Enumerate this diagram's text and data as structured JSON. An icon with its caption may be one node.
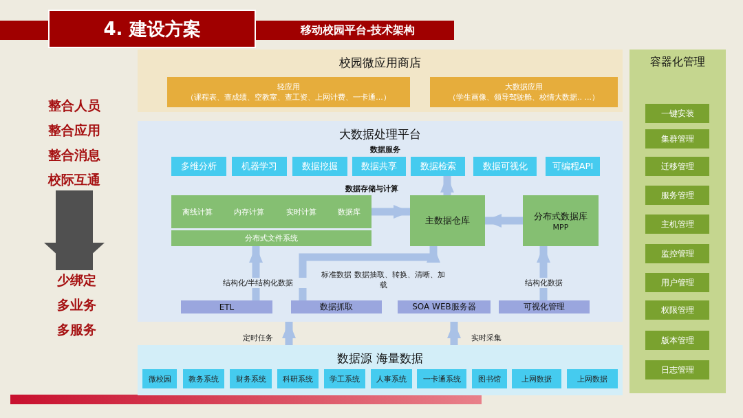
{
  "diagram": {
    "title": "4. 建设方案",
    "nodes": [
      {
        "text": [
          "校园微应用商店"
        ]
      },
      {
        "text": [
          "轻应用",
          "（课程表、查成绩、空教室、查工资、上网计费、一卡通...）"
        ],
        "in": 0
      },
      {
        "text": [
          "大数据应用",
          "（学生画像、领导驾驶舱、校情大数据.. ...）"
        ],
        "in": 0
      },
      {
        "text": [
          "大数据处理平台"
        ]
      },
      {
        "text": [
          "多维分析"
        ],
        "in": 3
      },
      {
        "text": [
          "机器学习"
        ],
        "in": 3
      },
      {
        "text": [
          "数据挖掘"
        ],
        "in": 3
      },
      {
        "text": [
          "数据共享"
        ],
        "in": 3
      },
      {
        "text": [
          "数据检索"
        ],
        "in": 3
      },
      {
        "text": [
          "数据可视化"
        ],
        "in": 3
      },
      {
        "text": [
          "可编程API"
        ],
        "in": 3
      },
      {
        "text": [
          "离线计算",
          "内存计算",
          "实时计算",
          "数据库"
        ],
        "in": 3
      },
      {
        "text": [
          "分布式文件系统"
        ],
        "in": 3
      },
      {
        "text": [
          "主数据仓库"
        ],
        "in": 3
      },
      {
        "text": [
          "分布式数据库",
          "MPP"
        ],
        "in": 3
      },
      {
        "text": [
          "ETL"
        ],
        "in": 3
      },
      {
        "text": [
          "数据抓取"
        ],
        "in": 3
      },
      {
        "text": [
          "SOA WEB服务器"
        ],
        "in": 3
      },
      {
        "text": [
          "可视化管理"
        ],
        "in": 3
      },
      {
        "text": [
          "数据源 海量数据"
        ]
      },
      {
        "text": [
          "微校园"
        ],
        "in": 19
      },
      {
        "text": [
          "教务系统"
        ],
        "in": 19
      },
      {
        "text": [
          "财务系统"
        ],
        "in": 19
      },
      {
        "text": [
          "科研系统"
        ],
        "in": 19
      },
      {
        "text": [
          "学工系统"
        ],
        "in": 19
      },
      {
        "text": [
          "人事系统"
        ],
        "in": 19
      },
      {
        "text": [
          "一卡通系统"
        ],
        "in": 19
      },
      {
        "text": [
          "图书馆"
        ],
        "in": 19
      },
      {
        "text": [
          "上网数据"
        ],
        "in": 19
      },
      {
        "text": [
          "上网数据"
        ],
        "in": 19
      },
      {
        "text": [
          "容器化管理"
        ]
      },
      {
        "text": [
          "一键安装"
        ],
        "in": 30
      },
      {
        "text": [
          "集群管理"
        ],
        "in": 30
      },
      {
        "text": [
          "迁移管理"
        ],
        "in": 30
      },
      {
        "text": [
          "服务管理"
        ],
        "in": 30
      },
      {
        "text": [
          "主机管理"
        ],
        "in": 30
      },
      {
        "text": [
          "监控管理"
        ],
        "in": 30
      },
      {
        "text": [
          "用户管理"
        ],
        "in": 30
      },
      {
        "text": [
          "权限管理"
        ],
        "in": 30
      },
      {
        "text": [
          "版本管理"
        ],
        "in": 30
      },
      {
        "text": [
          "日志管理"
        ],
        "in": 30
      },
      {
        "text": [
          "整合人员",
          "整合应用",
          "整合消息",
          "校际互通"
        ]
      },
      {
        "text": [
          "少绑定",
          "多业务",
          "多服务"
        ]
      }
    ],
    "edges": [
      {
        "from": 41,
        "to": 42,
        "arrow": "to",
        "style": "thick",
        "color": "#505050"
      },
      {
        "from": 11,
        "to": 13,
        "arrow": "to"
      },
      {
        "from": 14,
        "to": 13,
        "arrow": "to"
      },
      {
        "from": 13,
        "to": 8,
        "arrow": "to"
      },
      {
        "from": 15,
        "to": 12,
        "arrow": "to",
        "label": "结构化/半结构化数据"
      },
      {
        "from": 16,
        "to": 13,
        "arrow": "to",
        "label": "标准数据 数据抽取、转换、清晰、加载"
      },
      {
        "from": 18,
        "to": 14,
        "arrow": "to",
        "label": "结构化数据"
      },
      {
        "from": 19,
        "to": 3,
        "arrow": "to",
        "label": "定时任务"
      },
      {
        "from": 19,
        "to": 3,
        "arrow": "to",
        "label": "实时采集"
      }
    ],
    "labels": [
      "移动校园平台-技术架构",
      "数据服务",
      "数据存储与计算"
    ]
  }
}
